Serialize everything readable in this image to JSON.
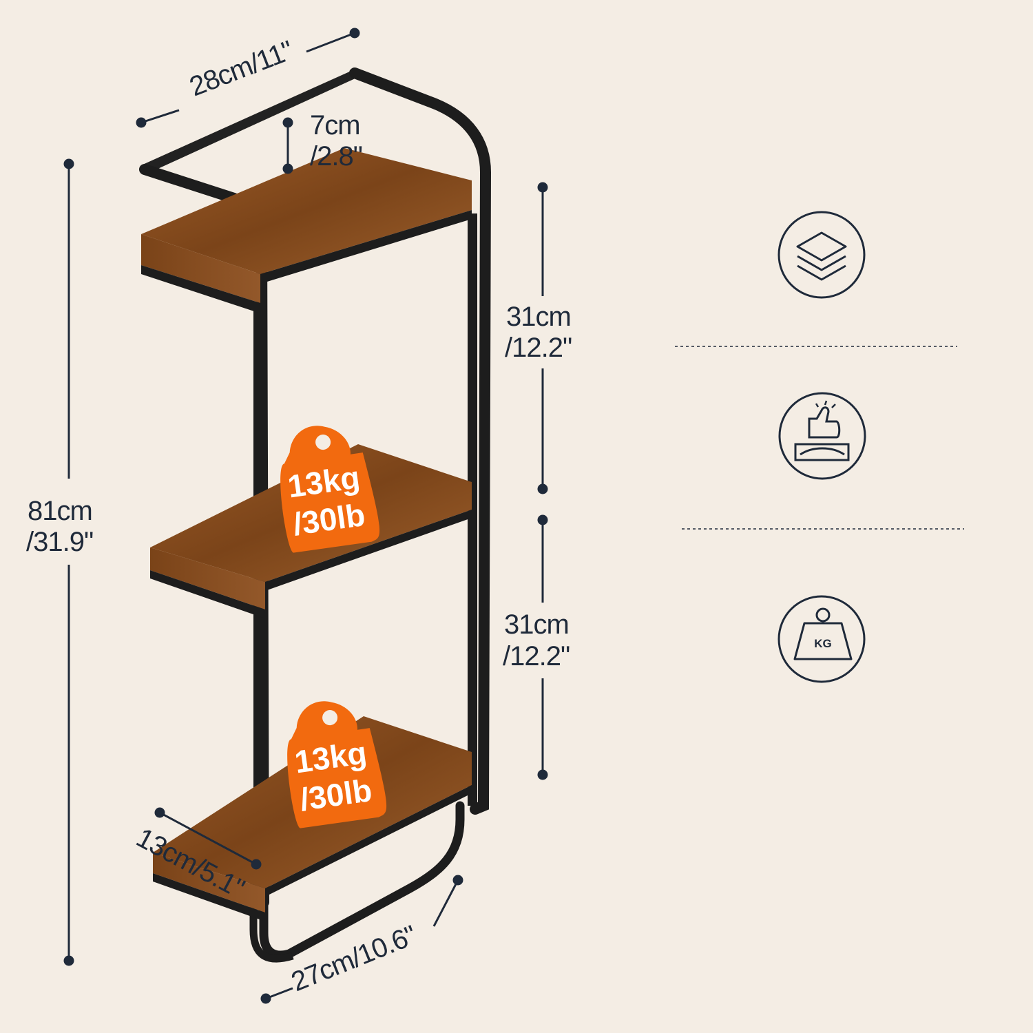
{
  "dimensions": {
    "top_width": "28cm/11\"",
    "top_gap_1": "7cm",
    "top_gap_2": "/2.8\"",
    "total_height_1": "81cm",
    "total_height_2": "/31.9\"",
    "upper_spacing_1": "31cm",
    "upper_spacing_2": "/12.2\"",
    "lower_spacing_1": "31cm",
    "lower_spacing_2": "/12.2\"",
    "shelf_depth": "13cm/5.1\"",
    "bottom_width": "27cm/10.6\""
  },
  "badges": [
    {
      "line1": "13kg",
      "line2": "/30lb"
    },
    {
      "line1": "13kg",
      "line2": "/30lb"
    }
  ],
  "feature_icons": {
    "icon1": "layers-icon",
    "icon2": "thumbs-up-quality-icon",
    "icon3": "weight-kg-icon",
    "weight_label": "KG"
  },
  "colors": {
    "background": "#f4ede4",
    "frame": "#1d1d1d",
    "wood": "#8a4f22",
    "badge": "#f26a0f",
    "dimension_line": "#1f2a3a"
  }
}
